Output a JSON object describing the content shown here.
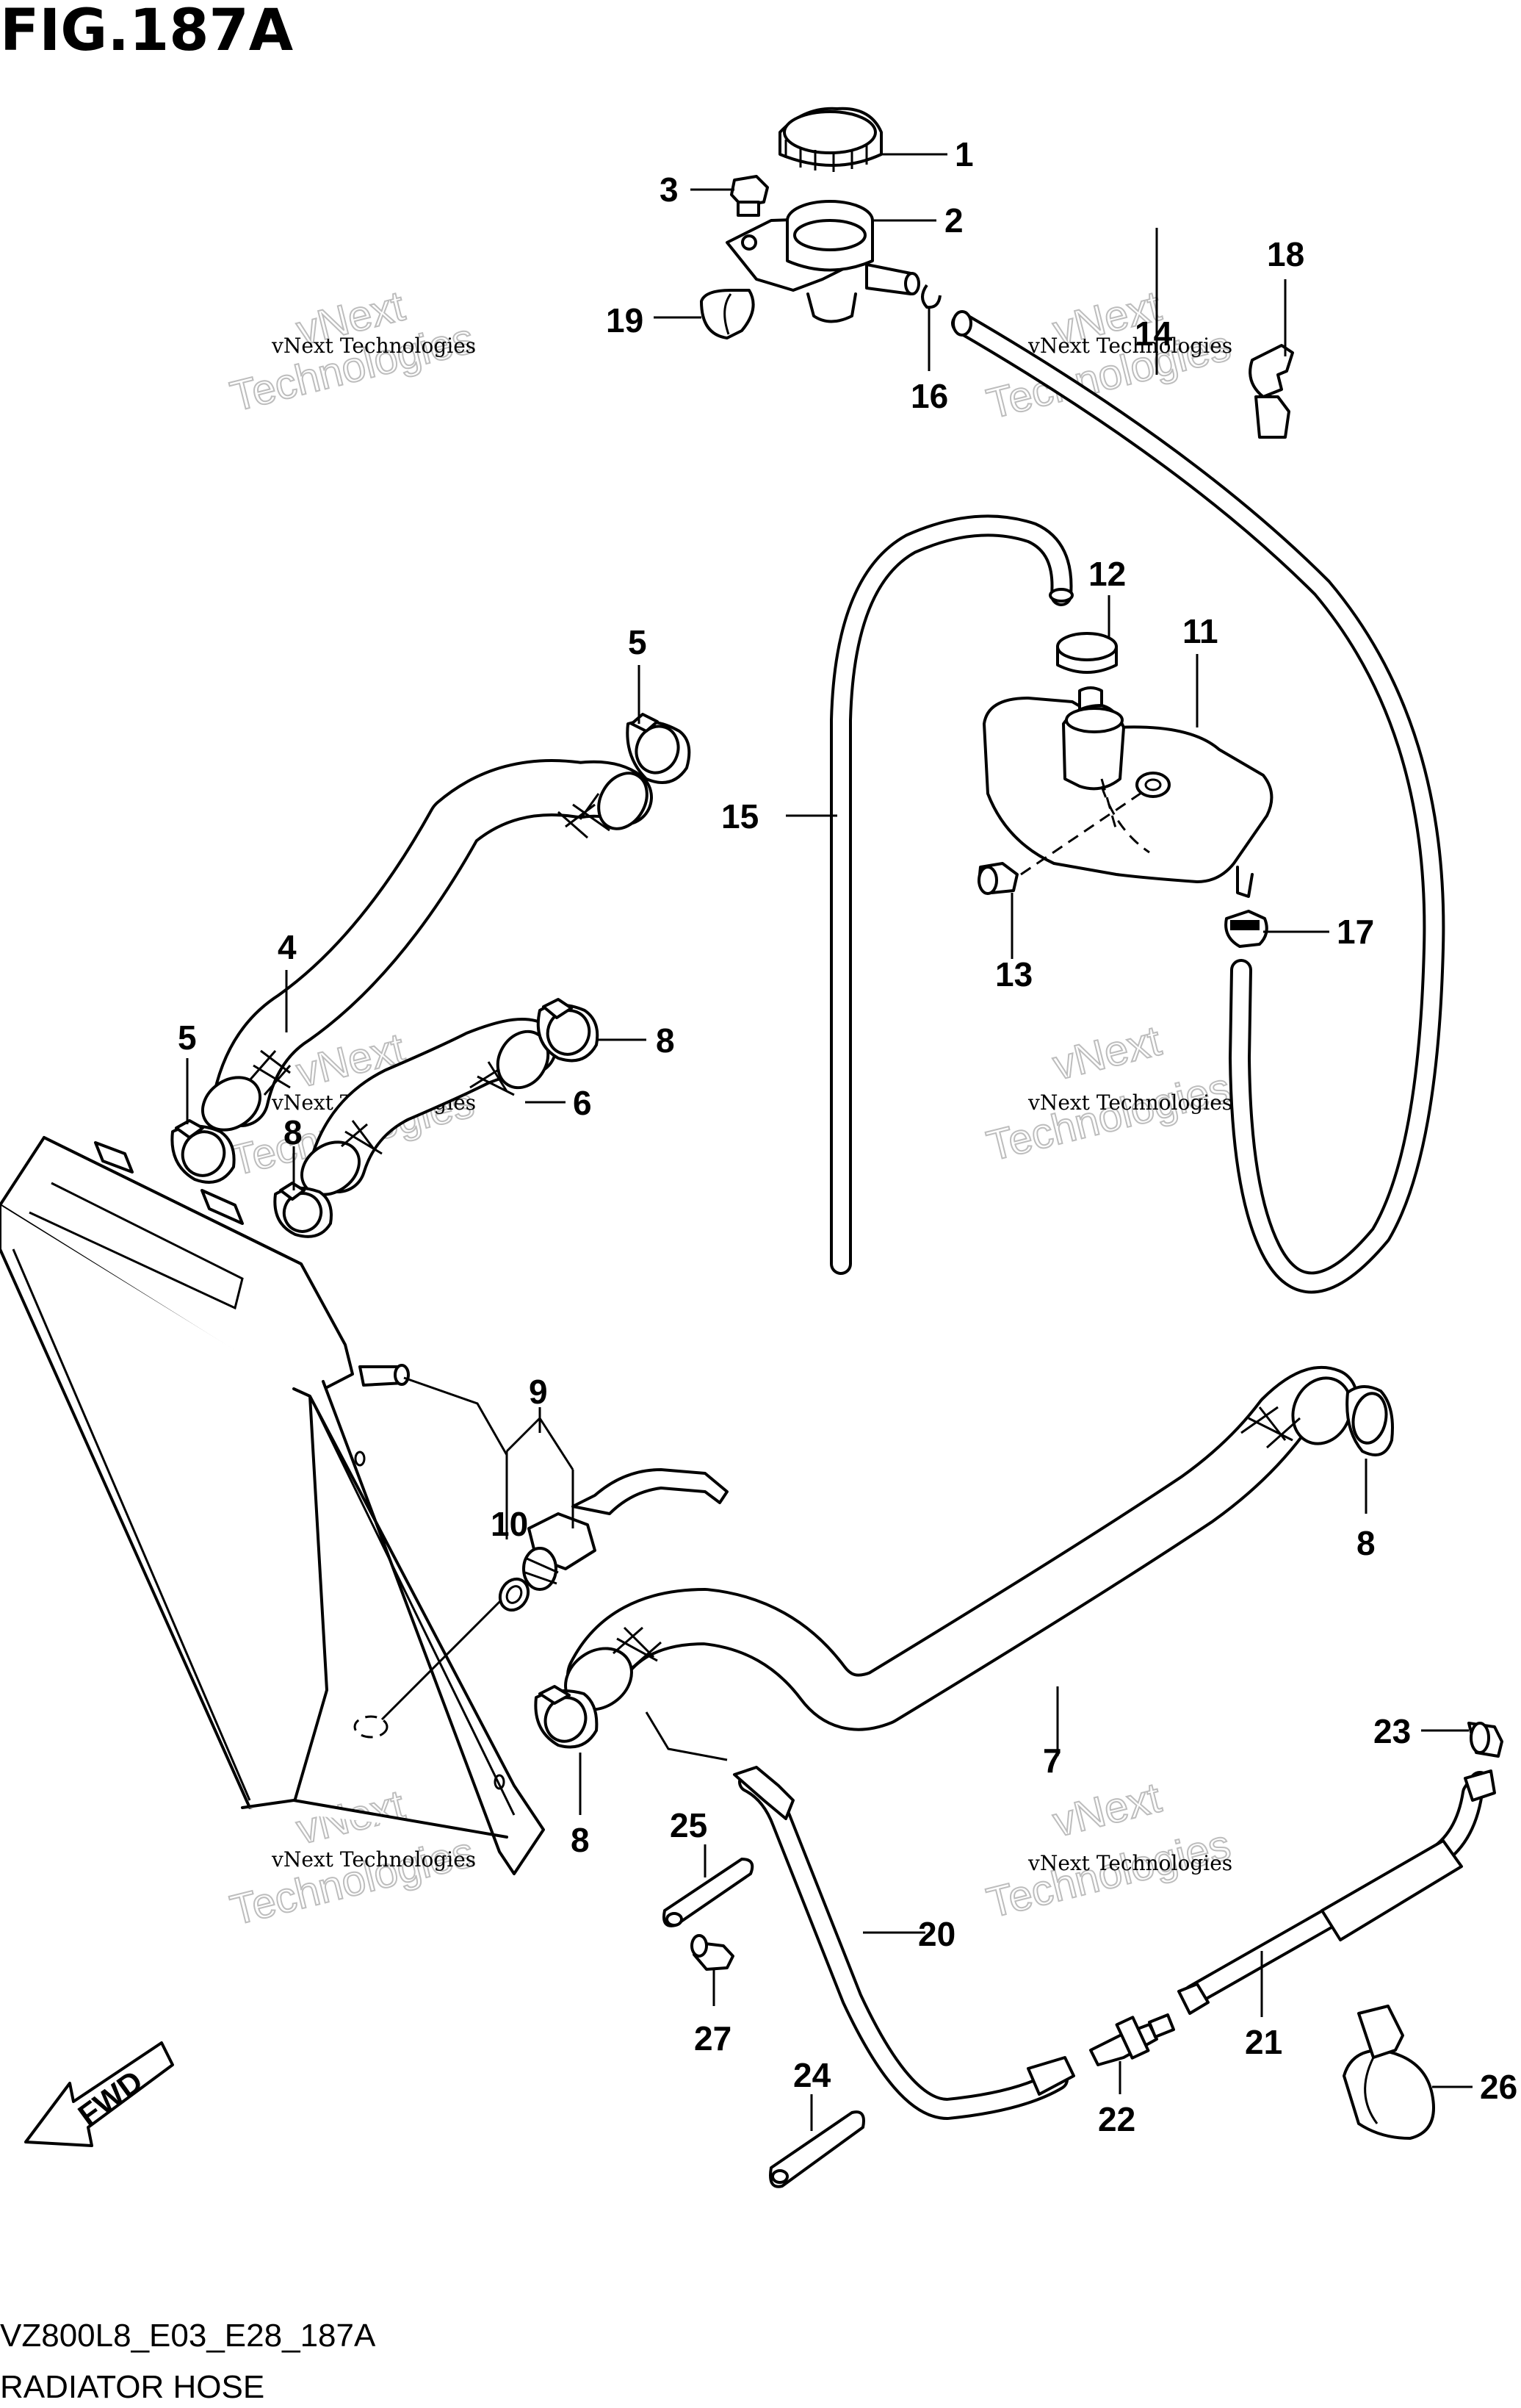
{
  "figure": {
    "title": "FIG.187A",
    "code": "VZ800L8_E03_E28_187A",
    "name": "RADIATOR HOSE",
    "direction_badge": "FWD"
  },
  "watermark": {
    "line1": "vNext Technologies",
    "line2": "Technologies",
    "line3": "vNext"
  },
  "callouts": {
    "c1": "1",
    "c2": "2",
    "c3": "3",
    "c4": "4",
    "c5a": "5",
    "c5b": "5",
    "c6": "6",
    "c7": "7",
    "c8a": "8",
    "c8b": "8",
    "c8c": "8",
    "c8d": "8",
    "c9": "9",
    "c10": "10",
    "c11": "11",
    "c12": "12",
    "c13": "13",
    "c14": "14",
    "c15": "15",
    "c16": "16",
    "c17": "17",
    "c18": "18",
    "c19": "19",
    "c20": "20",
    "c21": "21",
    "c22": "22",
    "c23": "23",
    "c24": "24",
    "c25": "25",
    "c26": "26",
    "c27": "27"
  }
}
